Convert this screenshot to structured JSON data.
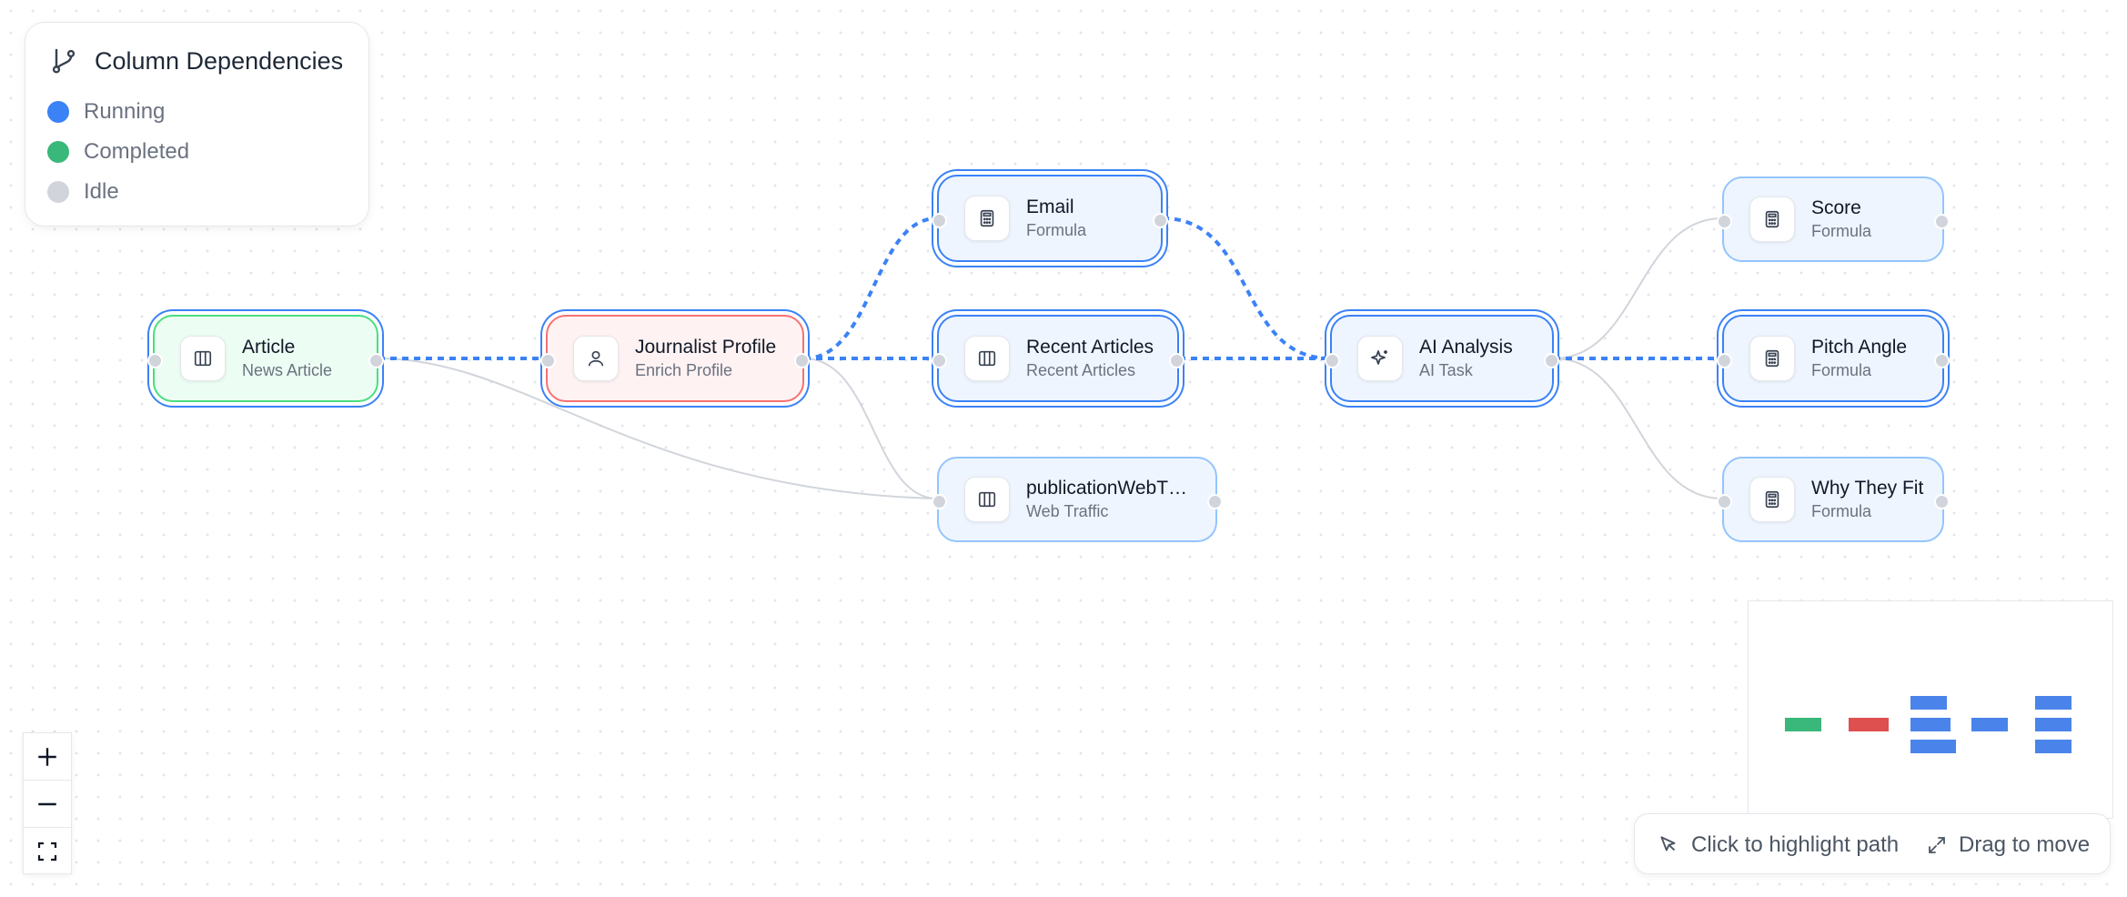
{
  "legend": {
    "title": "Column Dependencies",
    "items": [
      {
        "label": "Running",
        "color": "#3b82f6"
      },
      {
        "label": "Completed",
        "color": "#3ab77a"
      },
      {
        "label": "Idle",
        "color": "#d1d5db"
      }
    ]
  },
  "nodes": {
    "article": {
      "title": "Article",
      "subtitle": "News Article",
      "icon": "columns-icon",
      "state": "completed"
    },
    "journalist": {
      "title": "Journalist Profile",
      "subtitle": "Enrich Profile",
      "icon": "user-icon",
      "state": "error"
    },
    "email": {
      "title": "Email",
      "subtitle": "Formula",
      "icon": "calculator-icon",
      "state": "running"
    },
    "recent": {
      "title": "Recent Articles",
      "subtitle": "Recent Articles",
      "icon": "columns-icon",
      "state": "running"
    },
    "pubtraffic": {
      "title": "publicationWebT…",
      "subtitle": "Web Traffic",
      "icon": "columns-icon",
      "state": "idle"
    },
    "ai": {
      "title": "AI Analysis",
      "subtitle": "AI Task",
      "icon": "sparkles-icon",
      "state": "running"
    },
    "score": {
      "title": "Score",
      "subtitle": "Formula",
      "icon": "calculator-icon",
      "state": "idle"
    },
    "pitch": {
      "title": "Pitch Angle",
      "subtitle": "Formula",
      "icon": "calculator-icon",
      "state": "running"
    },
    "why": {
      "title": "Why They Fit",
      "subtitle": "Formula",
      "icon": "calculator-icon",
      "state": "idle"
    }
  },
  "edges": [
    {
      "from": "article",
      "to": "journalist",
      "active": true
    },
    {
      "from": "article",
      "to": "pubtraffic",
      "active": false
    },
    {
      "from": "journalist",
      "to": "email",
      "active": true
    },
    {
      "from": "journalist",
      "to": "recent",
      "active": true
    },
    {
      "from": "journalist",
      "to": "pubtraffic",
      "active": false
    },
    {
      "from": "email",
      "to": "ai",
      "active": true
    },
    {
      "from": "recent",
      "to": "ai",
      "active": true
    },
    {
      "from": "ai",
      "to": "score",
      "active": false
    },
    {
      "from": "ai",
      "to": "pitch",
      "active": true
    },
    {
      "from": "ai",
      "to": "why",
      "active": false
    }
  ],
  "controls": {
    "zoom_in_icon": "plus-icon",
    "zoom_out_icon": "minus-icon",
    "fit_view_icon": "fit-view-icon"
  },
  "minimap": {
    "colors": {
      "completed": "#3ab77a",
      "error": "#de4f4f",
      "running": "#4a84ea"
    }
  },
  "hints": {
    "highlight": "Click to highlight path",
    "move": "Drag to move"
  },
  "colors": {
    "accent": "#3b82f6",
    "idle_edge": "#d1d5db"
  }
}
